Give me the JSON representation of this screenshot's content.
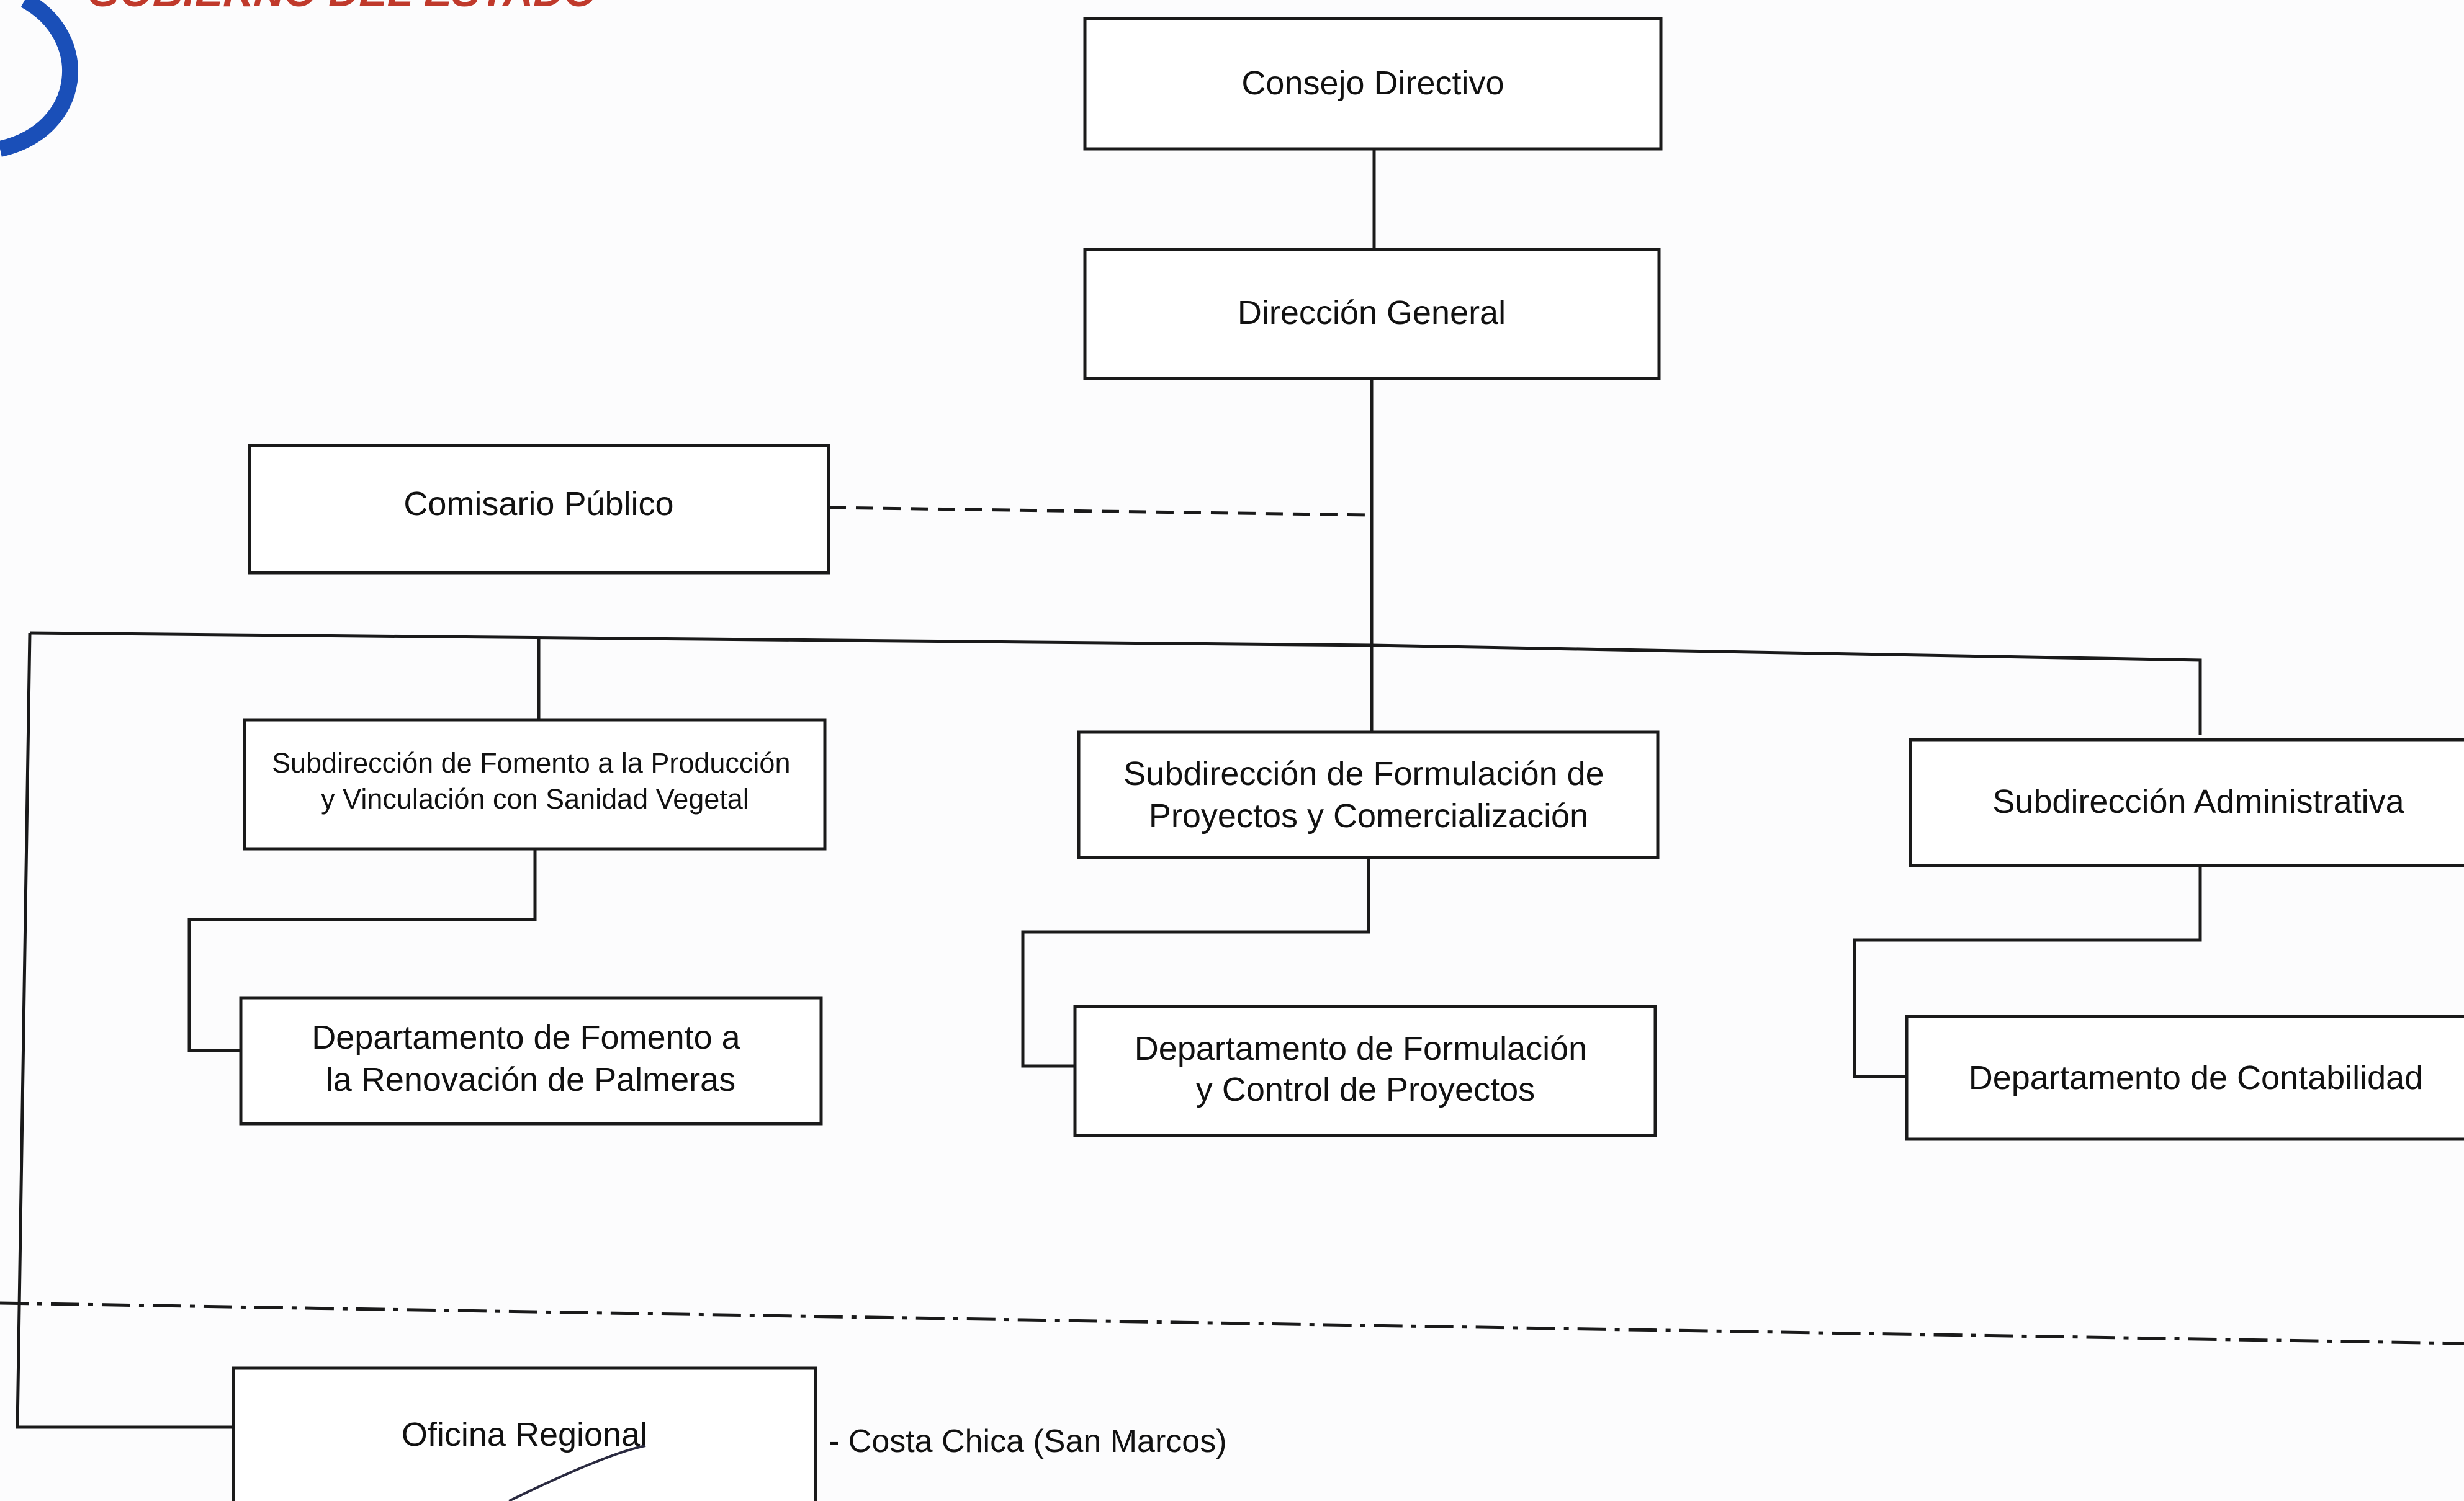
{
  "header": {
    "seal_text": "GOBIERNO DEL ESTADO",
    "seal_color": "#1a4fb8",
    "seal_text_color": "#c0392b"
  },
  "nodes": {
    "consejo_directivo": {
      "label": [
        "Consejo Directivo"
      ]
    },
    "direccion_general": {
      "label": [
        "Dirección General"
      ]
    },
    "comisario_publico": {
      "label": [
        "Comisario Público"
      ]
    },
    "subdireccion_fomento": {
      "label": [
        "Subdirección de Fomento a la Producción",
        "y Vinculación con Sanidad Vegetal"
      ]
    },
    "subdireccion_formulacion": {
      "label": [
        "Subdirección de Formulación de",
        "Proyectos y Comercialización"
      ]
    },
    "subdireccion_administrativa": {
      "label": [
        "Subdirección Administrativa"
      ]
    },
    "departamento_palmeras": {
      "label": [
        "Departamento de Fomento a",
        "la Renovación de Palmeras"
      ]
    },
    "departamento_proyectos": {
      "label": [
        "Departamento de Formulación",
        "y Control de Proyectos"
      ]
    },
    "departamento_contabilidad": {
      "label": [
        "Departamento de Contabilidad"
      ]
    },
    "oficina_regional": {
      "label": [
        "Oficina Regional"
      ]
    }
  },
  "oficina_regional_note": "- Costa Chica (San Marcos)",
  "colors": {
    "line": "#1a1a1a",
    "box_fill": "#ffffff"
  }
}
